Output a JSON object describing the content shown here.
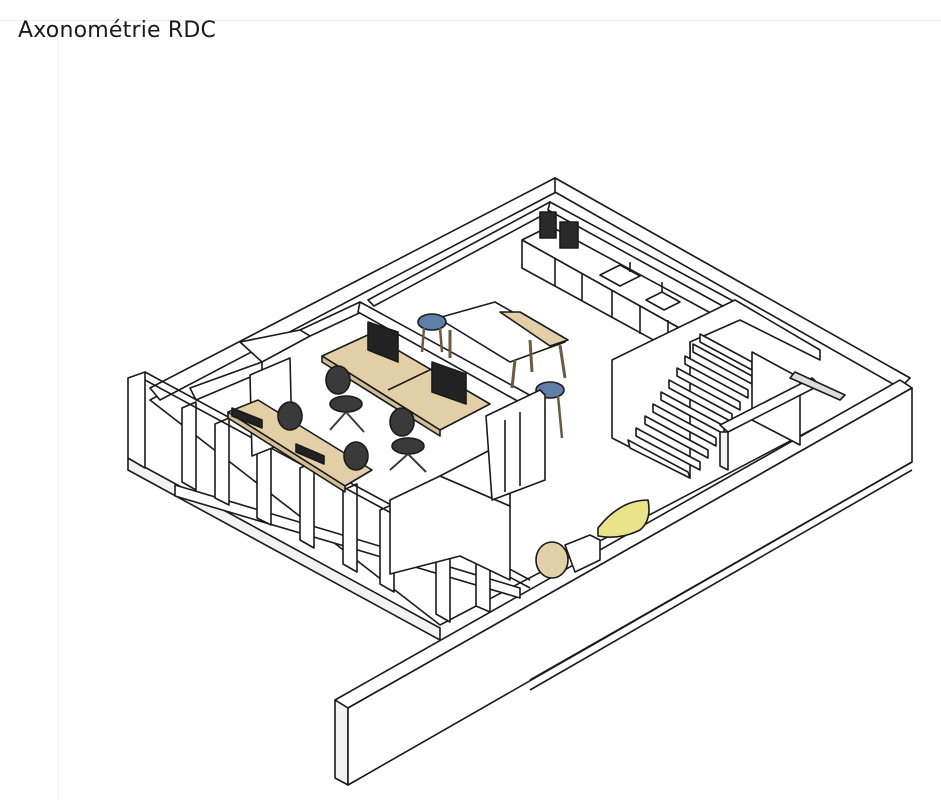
{
  "header": {
    "title": "Axonométrie RDC"
  },
  "drawing": {
    "description_icons": [
      "office-desks",
      "office-chairs",
      "computer-monitors",
      "meeting-table",
      "bar-stools",
      "kitchen-counter",
      "coffee-machine",
      "sink",
      "staircase",
      "lounge-armchair",
      "round-side-table"
    ],
    "colors": {
      "wood": "#e2cfa8",
      "floor": "#ffffff",
      "wall_side": "#f2f2f2",
      "stool_blue": "#5f7ea8",
      "armchair": "#e9e48a",
      "line": "#1a1a1a"
    }
  }
}
